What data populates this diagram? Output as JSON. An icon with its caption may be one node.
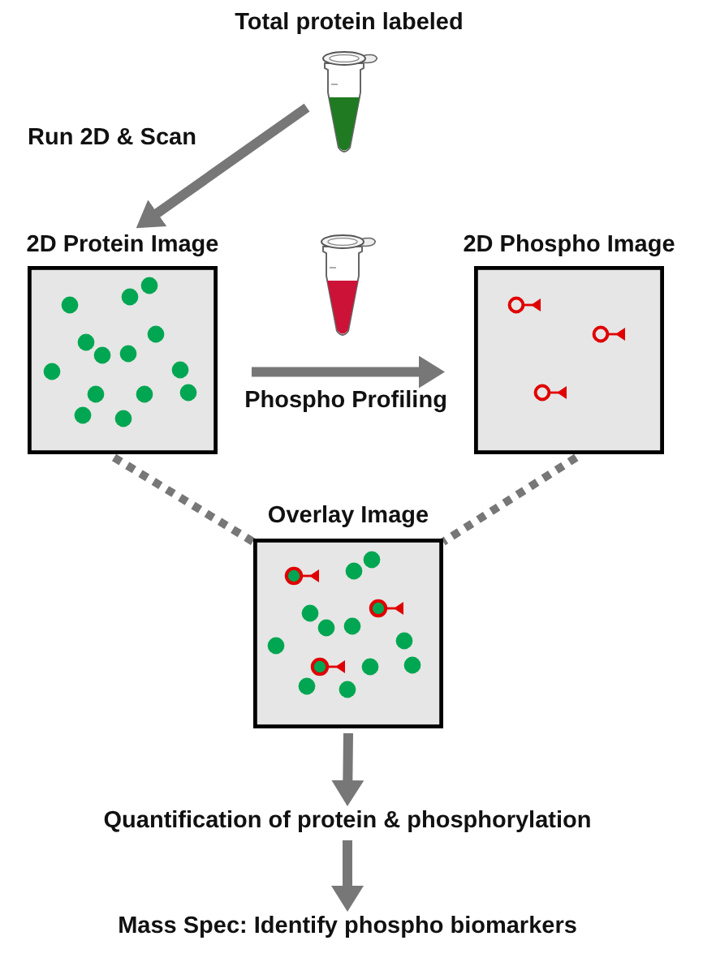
{
  "diagram": {
    "nodes": [
      {
        "text": [],
        "shape": "picture",
        "beside": [
          "Total protein labeled"
        ]
      },
      {
        "text": [
          "2D Protein Image"
        ]
      },
      {
        "text": [],
        "shape": "picture"
      },
      {
        "text": [
          "2D Phospho Image"
        ]
      },
      {
        "text": [
          "Overlay Image"
        ]
      },
      {
        "text": [
          "Quantification of protein & phosphorylation"
        ]
      },
      {
        "text": [
          "Mass Spec: Identify phospho biomarkers"
        ]
      }
    ],
    "edges": [
      {
        "from": 0,
        "to": 1,
        "arrow": "to",
        "label": "Run 2D & Scan"
      },
      {
        "from": 1,
        "to": 3,
        "arrow": "to",
        "label": "Phospho Profiling"
      },
      {
        "from": 1,
        "to": 4,
        "arrow": "none",
        "style": "dashed"
      },
      {
        "from": 3,
        "to": 4,
        "arrow": "none",
        "style": "dashed"
      },
      {
        "from": 4,
        "to": 5,
        "arrow": "to"
      },
      {
        "from": 5,
        "to": 6,
        "arrow": "to"
      }
    ]
  }
}
